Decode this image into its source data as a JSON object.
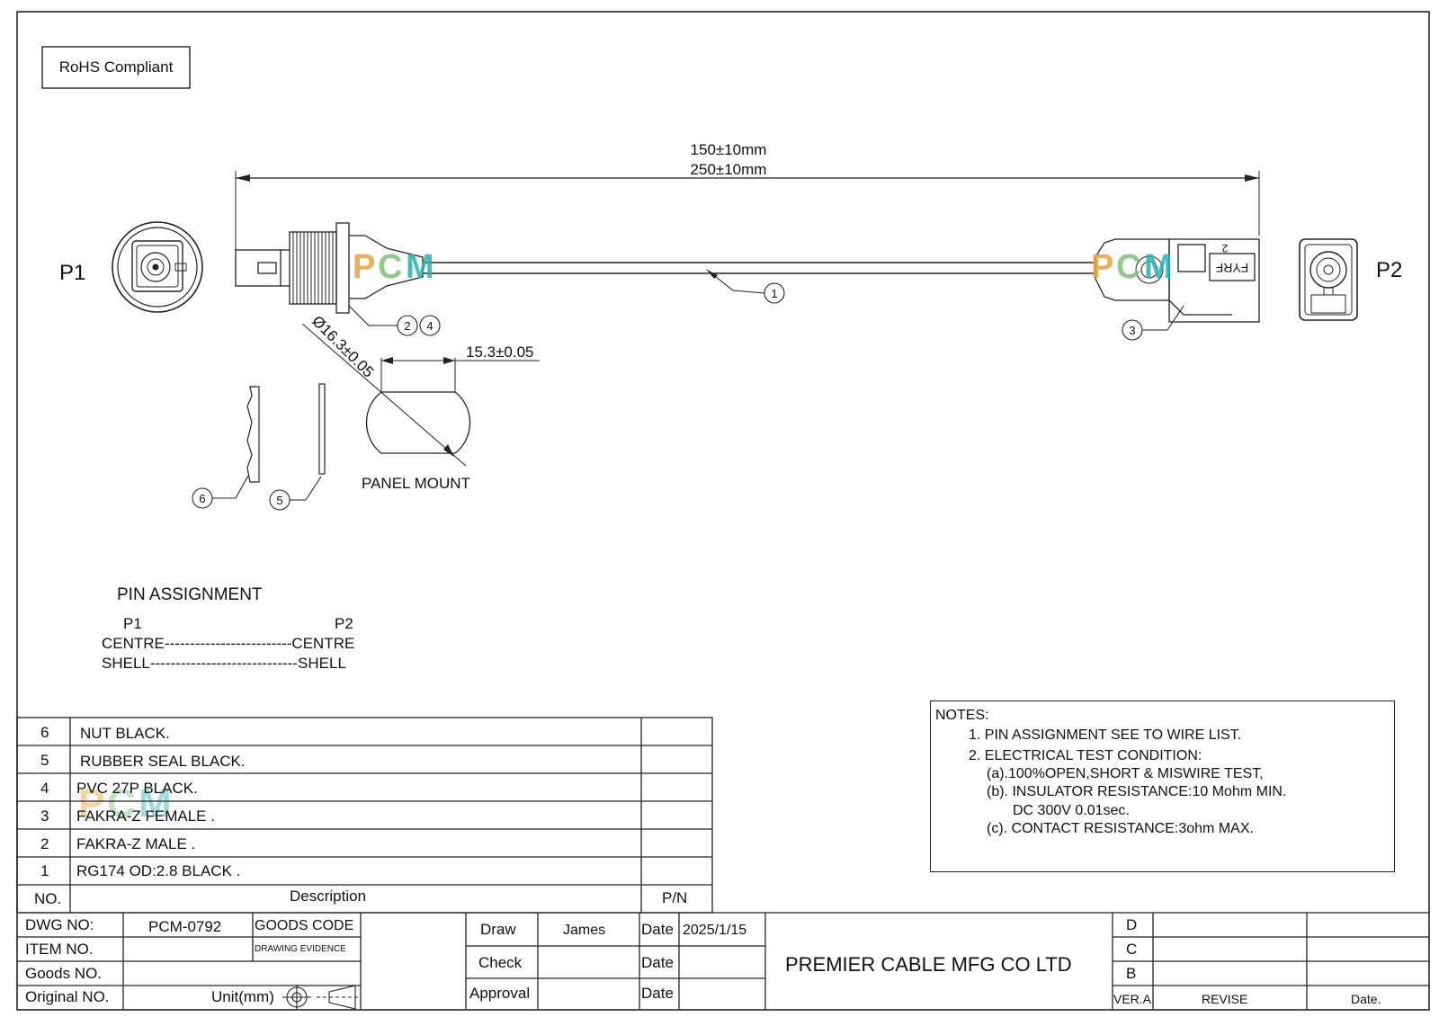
{
  "rohs": "RoHS Compliant",
  "dims": {
    "length_a": "150±10mm",
    "length_b": "250±10mm",
    "panel_dia": "Ø16.3±0.05",
    "panel_flat": "15.3±0.05",
    "panel_label": "PANEL MOUNT"
  },
  "ends": {
    "p1": "P1",
    "p2": "P2"
  },
  "watermark": {
    "letter_p": "P",
    "letter_c": "C",
    "letter_m": "M",
    "color_p": "#e8a33a",
    "color_c": "#7ec07a",
    "color_m": "#27b2b0"
  },
  "connector_mark": {
    "code": "FYRF",
    "digit": "2"
  },
  "callouts": [
    "1",
    "2",
    "4",
    "3",
    "6",
    "5"
  ],
  "pin_assignment": {
    "title": "PIN  ASSIGNMENT",
    "head_p1": "P1",
    "head_p2": "P2",
    "row1": "CENTRE-------------------------CENTRE",
    "row2": "SHELL-----------------------------SHELL"
  },
  "notes": {
    "title": "NOTES:",
    "lines": [
      "1. PIN ASSIGNMENT SEE TO WIRE LIST.",
      "2. ELECTRICAL TEST CONDITION:",
      "(a).100%OPEN,SHORT & MISWIRE TEST,",
      "(b). INSULATOR RESISTANCE:10 Mohm MIN.",
      "DC 300V 0.01sec.",
      "(c). CONTACT RESISTANCE:3ohm MAX."
    ]
  },
  "bom": {
    "rows": [
      {
        "no": "6",
        "desc": "NUT BLACK.",
        "pn": ""
      },
      {
        "no": "5",
        "desc": "RUBBER SEAL BLACK.",
        "pn": ""
      },
      {
        "no": "4",
        "desc": "PVC 27P BLACK.",
        "pn": ""
      },
      {
        "no": "3",
        "desc": "FAKRA-Z FEMALE .",
        "pn": ""
      },
      {
        "no": "2",
        "desc": "FAKRA-Z MALE .",
        "pn": ""
      },
      {
        "no": "1",
        "desc": "RG174  OD:2.8 BLACK .",
        "pn": ""
      }
    ],
    "header": {
      "no": "NO.",
      "desc": "Description",
      "pn": "P/N"
    }
  },
  "title_block": {
    "dwg_no_label": "DWG NO:",
    "dwg_no": "PCM-0792",
    "goods_code_label": "GOODS CODE",
    "drawing_evidence": "DRAWING EVIDENCE",
    "item_no_label": "ITEM NO.",
    "goods_no_label": "Goods NO.",
    "original_no_label": "Original NO.",
    "unit_label": "Unit(mm)",
    "draw_label": "Draw",
    "draw_name": "James",
    "check_label": "Check",
    "approval_label": "Approval",
    "date_label": "Date",
    "date_value": "2025/1/15",
    "company": "PREMIER CABLE MFG CO LTD",
    "rev_d": "D",
    "rev_c": "C",
    "rev_b": "B",
    "ver": "VER.A",
    "revise": "REVISE",
    "date_col": "Date."
  }
}
